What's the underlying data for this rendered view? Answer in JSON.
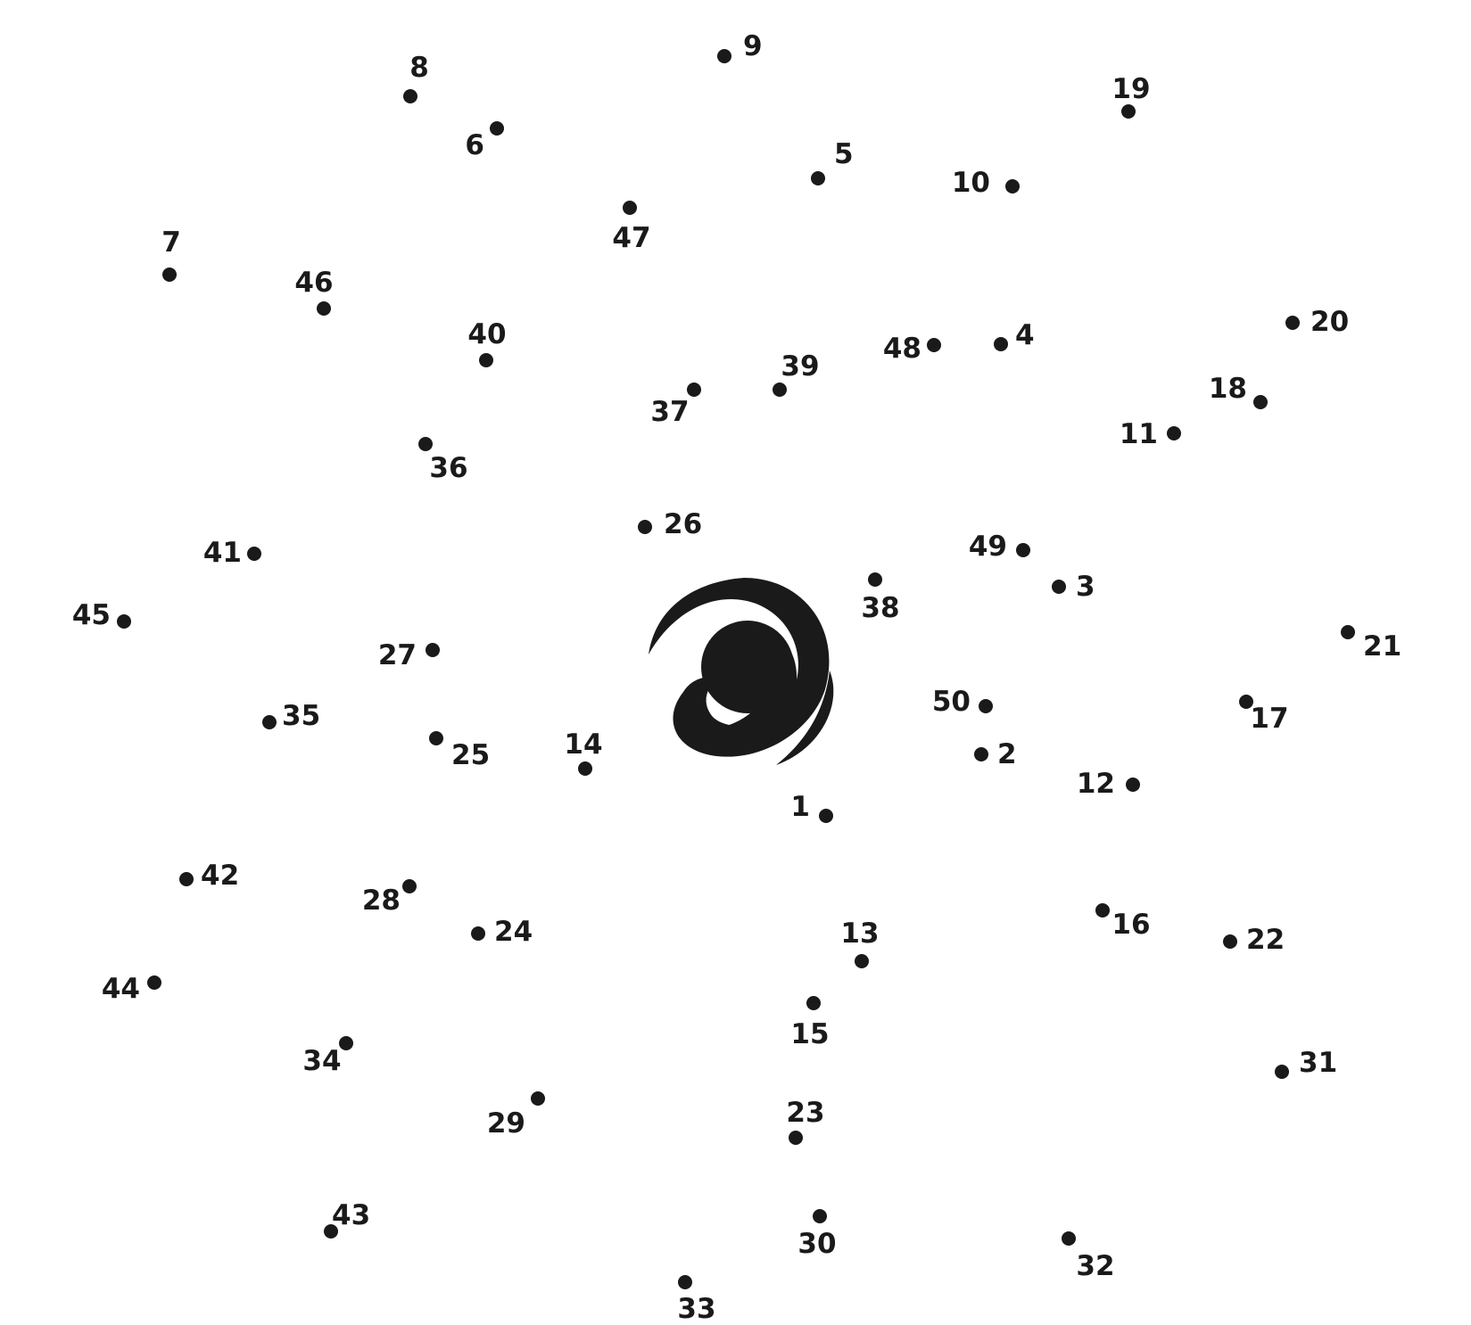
{
  "puzzle": {
    "ink_color": "#1a1a1a",
    "background_color": "#ffffff",
    "center_icon": "spiral-icon",
    "dots": [
      {
        "number": "1"
      },
      {
        "number": "2"
      },
      {
        "number": "3"
      },
      {
        "number": "4"
      },
      {
        "number": "5"
      },
      {
        "number": "6"
      },
      {
        "number": "7"
      },
      {
        "number": "8"
      },
      {
        "number": "9"
      },
      {
        "number": "10"
      },
      {
        "number": "11"
      },
      {
        "number": "12"
      },
      {
        "number": "13"
      },
      {
        "number": "14"
      },
      {
        "number": "15"
      },
      {
        "number": "16"
      },
      {
        "number": "17"
      },
      {
        "number": "18"
      },
      {
        "number": "19"
      },
      {
        "number": "20"
      },
      {
        "number": "21"
      },
      {
        "number": "22"
      },
      {
        "number": "23"
      },
      {
        "number": "24"
      },
      {
        "number": "25"
      },
      {
        "number": "26"
      },
      {
        "number": "27"
      },
      {
        "number": "28"
      },
      {
        "number": "29"
      },
      {
        "number": "30"
      },
      {
        "number": "31"
      },
      {
        "number": "32"
      },
      {
        "number": "33"
      },
      {
        "number": "34"
      },
      {
        "number": "35"
      },
      {
        "number": "36"
      },
      {
        "number": "37"
      },
      {
        "number": "38"
      },
      {
        "number": "39"
      },
      {
        "number": "40"
      },
      {
        "number": "41"
      },
      {
        "number": "42"
      },
      {
        "number": "43"
      },
      {
        "number": "44"
      },
      {
        "number": "45"
      },
      {
        "number": "46"
      },
      {
        "number": "47"
      },
      {
        "number": "48"
      },
      {
        "number": "49"
      },
      {
        "number": "50"
      }
    ]
  }
}
